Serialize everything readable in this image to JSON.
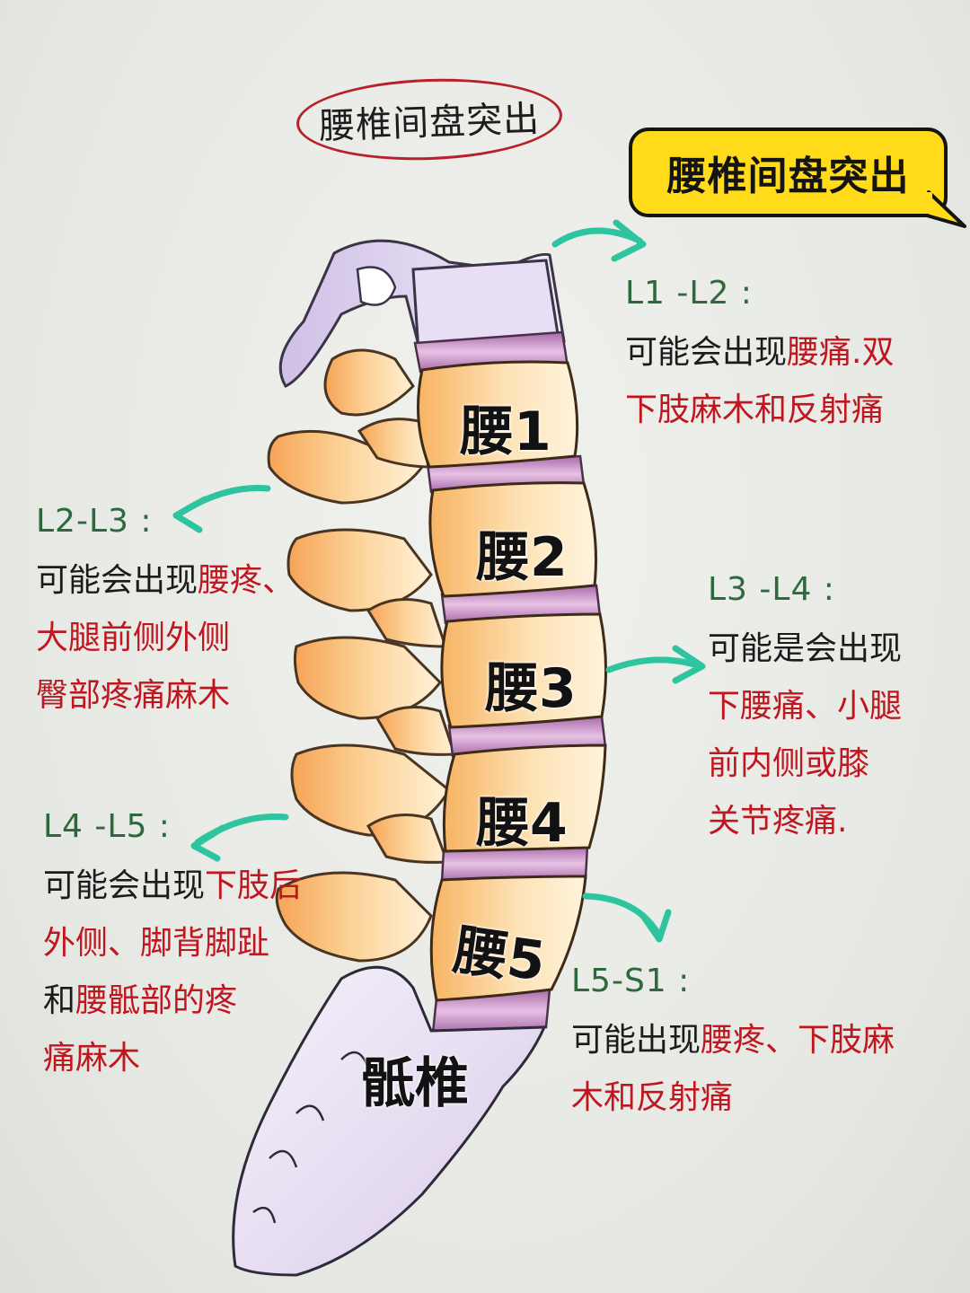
{
  "hand_title": "腰椎间盘突出",
  "bubble_title": "腰椎间盘突出",
  "vertebrae": [
    "腰1",
    "腰2",
    "腰3",
    "腰4",
    "腰5",
    "骶椎"
  ],
  "annotations": {
    "l1_l2": {
      "code": "L1 -L2 :",
      "prefix": "可能会出现",
      "lines": [
        "腰痛.双",
        "下肢麻木和反射痛"
      ]
    },
    "l2_l3": {
      "code": "L2-L3 :",
      "prefix": "可能会出现",
      "lines": [
        "腰疼、",
        "大腿前侧外侧",
        "臀部疼痛麻木"
      ]
    },
    "l3_l4": {
      "code": "L3 -L4 :",
      "prefix": "可能是会出现",
      "lines": [
        "下腰痛、小腿",
        "前内侧或膝",
        "关节疼痛."
      ]
    },
    "l4_l5": {
      "code": "L4 -L5 :",
      "prefix": "可能会出现",
      "lines": [
        "下肢后",
        "外侧、脚背脚趾",
        "腰骶部的疼",
        "痛麻木"
      ],
      "connector": "和"
    },
    "l5_s1": {
      "code": "L5-S1 :",
      "prefix": "可能出现",
      "lines": [
        "腰疼、下肢麻",
        "木和反射痛"
      ]
    }
  },
  "colors": {
    "accent_red": "#c01620",
    "arrow_teal": "#2ec4a0",
    "bubble_yellow": "#ffdb1a",
    "bone_orange": "#f7b56a",
    "disc_purple": "#c898c8",
    "sacrum_lavender": "#e6dcf0"
  }
}
